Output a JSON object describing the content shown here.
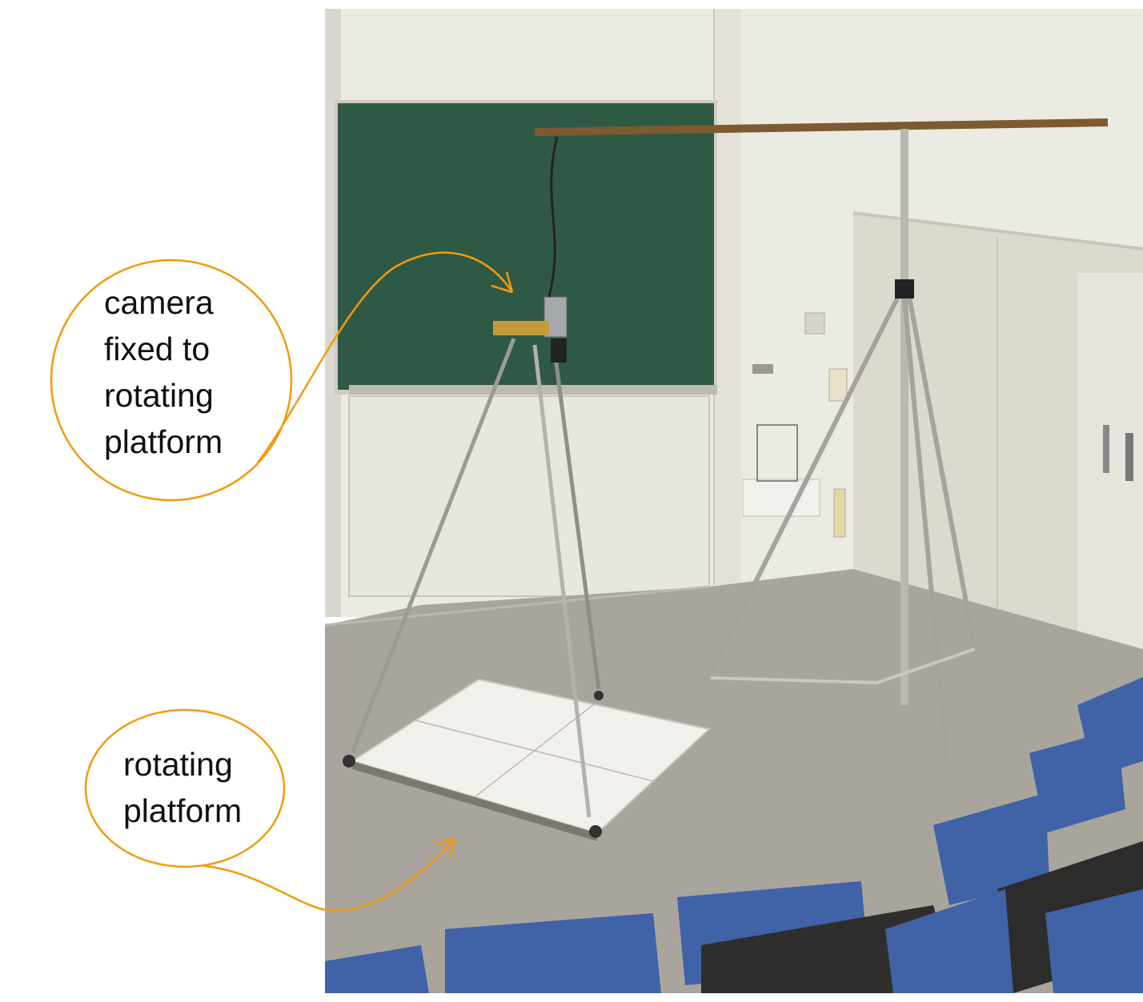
{
  "annotations": {
    "camera": {
      "lines": [
        "camera",
        "fixed to",
        "rotating",
        "platform"
      ]
    },
    "platform": {
      "lines": [
        "rotating",
        "platform"
      ]
    }
  },
  "colors": {
    "callout_stroke": "#f29b0f",
    "chalkboard": "#2e5a45",
    "wall": "#ecebe3",
    "floor": "#a9a59d",
    "seat": "#3f63a6"
  },
  "icons": {
    "callout_arrow": "curved-arrow"
  }
}
